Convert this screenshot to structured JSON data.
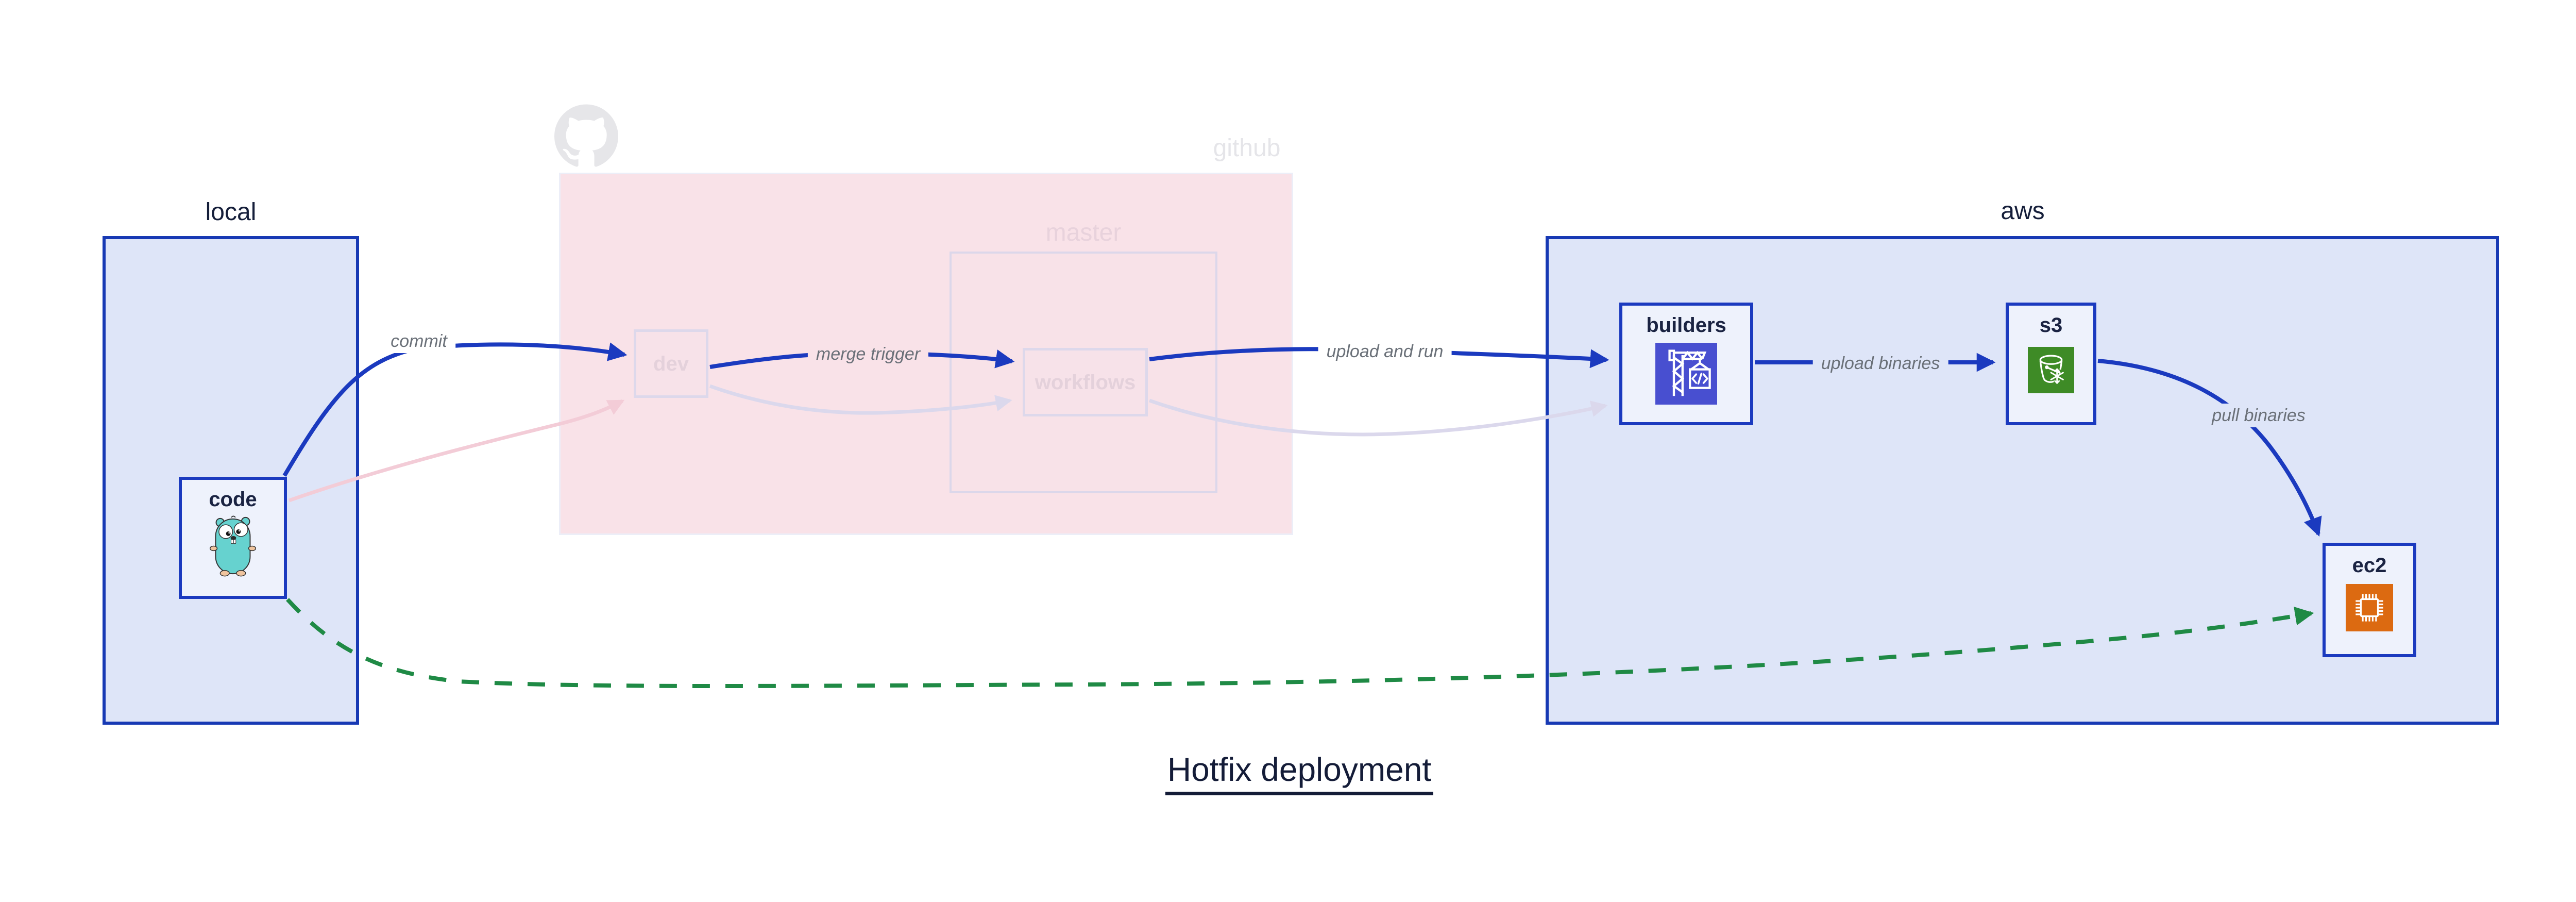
{
  "title": "Hotfix deployment",
  "groups": {
    "local": {
      "label": "local"
    },
    "github": {
      "label": "github"
    },
    "master": {
      "label": "master"
    },
    "aws": {
      "label": "aws"
    }
  },
  "nodes": {
    "code": {
      "label": "code",
      "icon": "go-gopher-icon"
    },
    "dev": {
      "label": "dev",
      "icon": null
    },
    "workflows": {
      "label": "workflows",
      "icon": null
    },
    "builders": {
      "label": "builders",
      "icon": "aws-codebuild-icon"
    },
    "s3": {
      "label": "s3",
      "icon": "aws-s3-icon"
    },
    "ec2": {
      "label": "ec2",
      "icon": "aws-ec2-icon"
    }
  },
  "edges": {
    "commit": {
      "label": "commit",
      "from": "code",
      "to": "dev",
      "style": "solid-blue"
    },
    "merge_trigger": {
      "label": "merge trigger",
      "from": "dev",
      "to": "workflows",
      "style": "solid-blue"
    },
    "upload_and_run": {
      "label": "upload and run",
      "from": "workflows",
      "to": "builders",
      "style": "solid-blue"
    },
    "upload_binaries": {
      "label": "upload binaries",
      "from": "builders",
      "to": "s3",
      "style": "solid-blue"
    },
    "pull_binaries": {
      "label": "pull binaries",
      "from": "s3",
      "to": "ec2",
      "style": "solid-blue"
    },
    "hotfix_path": {
      "label": "",
      "from": "code",
      "to": "ec2",
      "style": "dashed-green"
    },
    "faded_code_dev": {
      "label": "",
      "from": "code",
      "to": "dev",
      "style": "faded-pink"
    },
    "faded_dev_workflows": {
      "label": "",
      "from": "dev",
      "to": "workflows",
      "style": "faded-lavender"
    },
    "faded_workflows_builders": {
      "label": "",
      "from": "workflows",
      "to": "builders",
      "style": "faded-lavender"
    }
  },
  "colors": {
    "blue_border": "#1739b4",
    "blue_arrow": "#1b3abf",
    "group_blue_fill": "#dee5f8",
    "node_fill": "#eef2fc",
    "pink_fill": "#f9e2e8",
    "faded_border": "#dcd7ea",
    "green_dashed": "#1f8a45",
    "codebuild_indigo": "#484fd0",
    "s3_green": "#3e8b26",
    "ec2_orange": "#dc6a11",
    "gopher_teal": "#66d2cf",
    "edge_label_gray": "#6a7078",
    "dark_navy_text": "#151e3a"
  }
}
